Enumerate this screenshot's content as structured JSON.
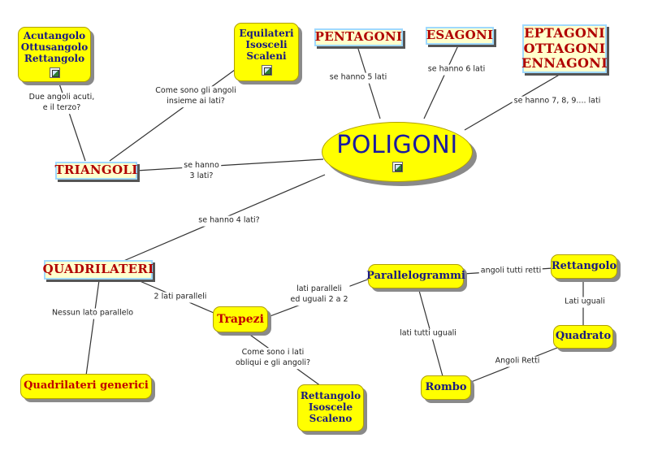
{
  "center": {
    "title": "POLIGONI"
  },
  "nodes": {
    "triangle_angles": {
      "lines": [
        "Acutangolo",
        "Ottusangolo",
        "Rettangolo"
      ]
    },
    "triangle_sides": {
      "lines": [
        "Equilateri",
        "Isosceli",
        "Scaleni"
      ]
    },
    "pentagoni": "PENTAGONI",
    "esagoni": "ESAGONI",
    "polygons_more": {
      "lines": [
        "EPTAGONI",
        "OTTAGONI",
        "ENNAGONI"
      ]
    },
    "triangoli": "TRIANGOLI",
    "quadrilateri": "QUADRILATERI",
    "parallelogrammi": "Parallelogrammi",
    "rettangolo": "Rettangolo",
    "quadrato": "Quadrato",
    "rombo": "Rombo",
    "trapezi": "Trapezi",
    "trapezi_types": {
      "lines": [
        "Rettangolo",
        "Isoscele",
        "Scaleno"
      ]
    },
    "quadrilateri_generici": "Quadrilateri generici"
  },
  "labels": {
    "acute_question": [
      "Due angoli acuti,",
      "e il terzo?"
    ],
    "angles_sides_question": [
      "Come sono gli angoli",
      "insieme ai lati?"
    ],
    "five_sides": "se hanno 5 lati",
    "six_sides": "se hanno 6 lati",
    "more_sides": "se hanno 7, 8, 9.... lati",
    "three_sides": [
      "se hanno",
      "3 lati?"
    ],
    "four_sides": "se hanno 4 lati?",
    "no_parallel": "Nessun lato parallelo",
    "two_parallel": "2 lati paralleli",
    "parallel_equal": [
      "lati paralleli",
      "ed uguali 2 a 2"
    ],
    "right_angles": "angoli tutti retti",
    "equal_sides_rect": "Lati uguali",
    "equal_sides_rhombus": "lati tutti uguali",
    "right_angles_square": "Angoli Retti",
    "oblique_question": [
      "Come sono i lati",
      "obliqui e gli angoli?"
    ]
  },
  "colors": {
    "node_fill": "#ffff00",
    "rect_fill": "#ffffcc",
    "rect_border": "#9fd9ff",
    "title_text": "#1a1aa0",
    "red_text": "#c00000"
  }
}
